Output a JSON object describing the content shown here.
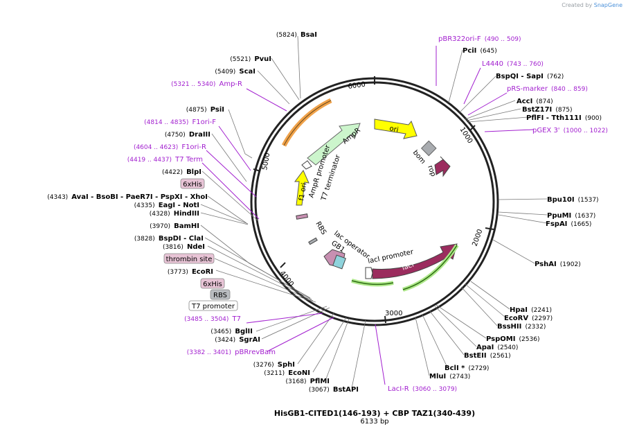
{
  "credit": {
    "prefix": "Created by",
    "brand": "SnapGene"
  },
  "plasmid": {
    "name": "HisGB1-CITED1(146-193) + CBP TAZ1(340-439)",
    "size_text": "6133 bp",
    "length": 6133
  },
  "ticks": [
    "1000",
    "2000",
    "3000",
    "4000",
    "5000",
    "6000"
  ],
  "features": {
    "ori": "ori",
    "f1ori": "f1 ori",
    "ampr": "AmpR",
    "amprpromoter": "AmpR promoter",
    "t7term": "T7 terminator",
    "bom": "bom",
    "rop": "rop",
    "laci": "lacI",
    "lacipromoter": "lacI promoter",
    "lacoperator": "lac operator",
    "rbs": "RBS",
    "gb1": "GB1"
  },
  "boxed_labels": {
    "sixhis1": "6xHis",
    "thrombin": "thrombin site",
    "sixhis2": "6xHis",
    "rbs": "RBS",
    "t7promoter": "T7 promoter"
  },
  "primers": [
    {
      "id": "pbr322",
      "name": "pBR322ori-F",
      "range": "(490 .. 509)"
    },
    {
      "id": "l4440",
      "name": "L4440",
      "range": "(743 .. 760)"
    },
    {
      "id": "prs",
      "name": "pRS-marker",
      "range": "(840 .. 859)"
    },
    {
      "id": "pgex",
      "name": "pGEX 3'",
      "range": "(1000 .. 1022)"
    },
    {
      "id": "ampr",
      "name": "Amp-R",
      "range": "(5321 .. 5340)"
    },
    {
      "id": "f1orif",
      "name": "F1ori-F",
      "range": "(4814 .. 4835)"
    },
    {
      "id": "f1orir",
      "name": "F1ori-R",
      "range": "(4604 .. 4623)"
    },
    {
      "id": "t7term",
      "name": "T7 Term",
      "range": "(4419 .. 4437)"
    },
    {
      "id": "t7",
      "name": "T7",
      "range": "(3485 .. 3504)"
    },
    {
      "id": "pbrrev",
      "name": "pBRrevBam",
      "range": "(3382 .. 3401)"
    },
    {
      "id": "lacir",
      "name": "LacI-R",
      "range": "(3060 .. 3079)"
    }
  ],
  "sites": [
    {
      "id": "bsai",
      "num": "(5824)",
      "name": "BsaI"
    },
    {
      "id": "pvui",
      "num": "(5521)",
      "name": "PvuI"
    },
    {
      "id": "scai",
      "num": "(5409)",
      "name": "ScaI"
    },
    {
      "id": "psii",
      "num": "(4875)",
      "name": "PsiI"
    },
    {
      "id": "draiii",
      "num": "(4750)",
      "name": "DraIII"
    },
    {
      "id": "blpi",
      "num": "(4422)",
      "name": "BlpI"
    },
    {
      "id": "avai",
      "num": "(4343)",
      "name": "AvaI - BsoBI - PaeR7I - PspXI - XhoI"
    },
    {
      "id": "eagi",
      "num": "(4335)",
      "name": "EagI - NotI"
    },
    {
      "id": "hindiii",
      "num": "(4328)",
      "name": "HindIII"
    },
    {
      "id": "bamhi",
      "num": "(3970)",
      "name": "BamHI"
    },
    {
      "id": "bspdi",
      "num": "(3828)",
      "name": "BspDI - ClaI"
    },
    {
      "id": "ndei",
      "num": "(3816)",
      "name": "NdeI"
    },
    {
      "id": "ecori",
      "num": "(3773)",
      "name": "EcoRI"
    },
    {
      "id": "bglii",
      "num": "(3465)",
      "name": "BglII"
    },
    {
      "id": "sgrai",
      "num": "(3424)",
      "name": "SgrAI"
    },
    {
      "id": "sphi",
      "num": "(3276)",
      "name": "SphI"
    },
    {
      "id": "econi",
      "num": "(3211)",
      "name": "EcoNI"
    },
    {
      "id": "pflmi",
      "num": "(3168)",
      "name": "PflMI"
    },
    {
      "id": "bstapi",
      "num": "(3067)",
      "name": "BstAPI"
    },
    {
      "id": "pcii",
      "num": "(645)",
      "name": "PciI"
    },
    {
      "id": "bspqi",
      "num": "(762)",
      "name": "BspQI - SapI"
    },
    {
      "id": "acci",
      "num": "(874)",
      "name": "AccI"
    },
    {
      "id": "bstz17i",
      "num": "(875)",
      "name": "BstZ17I"
    },
    {
      "id": "pflfi",
      "num": "(900)",
      "name": "PflFI - Tth111I"
    },
    {
      "id": "bpu10i",
      "num": "(1537)",
      "name": "Bpu10I"
    },
    {
      "id": "ppumi",
      "num": "(1637)",
      "name": "PpuMI"
    },
    {
      "id": "fspai",
      "num": "(1665)",
      "name": "FspAI"
    },
    {
      "id": "pshai",
      "num": "(1902)",
      "name": "PshAI"
    },
    {
      "id": "hpai",
      "num": "(2241)",
      "name": "HpaI"
    },
    {
      "id": "ecorv",
      "num": "(2297)",
      "name": "EcoRV"
    },
    {
      "id": "bsshii",
      "num": "(2332)",
      "name": "BssHII"
    },
    {
      "id": "pspomi",
      "num": "(2536)",
      "name": "PspOMI"
    },
    {
      "id": "apai",
      "num": "(2540)",
      "name": "ApaI"
    },
    {
      "id": "bsteii",
      "num": "(2561)",
      "name": "BstEII"
    },
    {
      "id": "bcli",
      "num": "(2729)",
      "name": "BclI *"
    },
    {
      "id": "mlui",
      "num": "(2743)",
      "name": "MluI"
    }
  ]
}
